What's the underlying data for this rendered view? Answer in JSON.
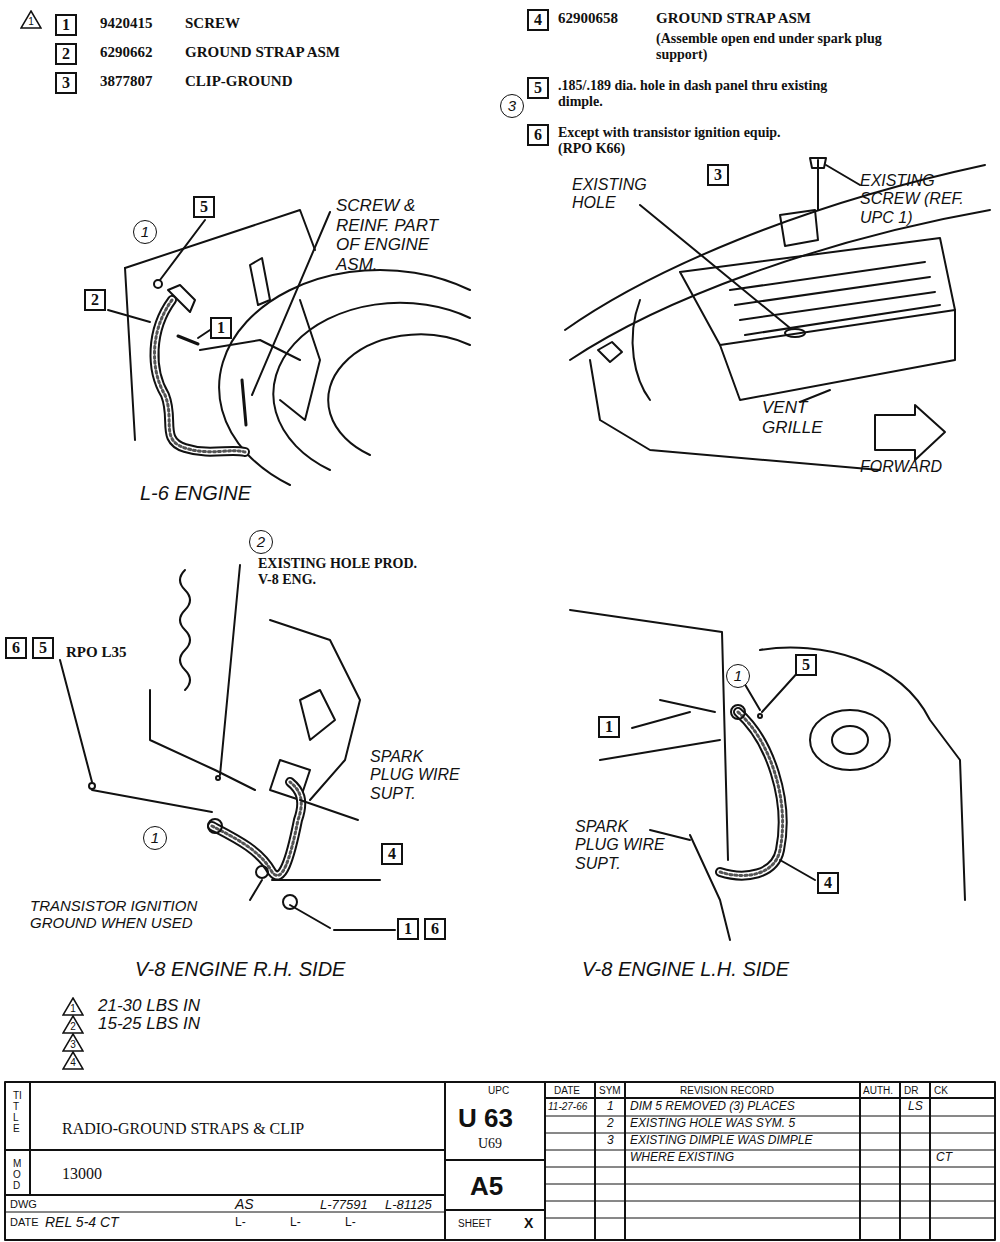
{
  "diagram": {
    "title": "RADIO-GROUND STRAPS & CLIP",
    "nodes": [
      {
        "text": [
          "1"
        ]
      },
      {
        "text": [
          "1"
        ]
      },
      {
        "text": [
          "2"
        ]
      },
      {
        "text": [
          "3"
        ]
      },
      {
        "text": [
          "4"
        ]
      },
      {
        "text": [
          "5"
        ]
      },
      {
        "text": [
          "3"
        ]
      },
      {
        "text": [
          "6"
        ]
      },
      {
        "text": [
          "1"
        ]
      },
      {
        "text": [
          "5"
        ]
      },
      {
        "text": [
          "2"
        ]
      },
      {
        "text": [
          "1"
        ]
      },
      {
        "text": [
          "3"
        ]
      },
      {
        "text": [
          "2"
        ]
      },
      {
        "text": [
          "6"
        ]
      },
      {
        "text": [
          "5"
        ]
      },
      {
        "text": [
          "4"
        ]
      },
      {
        "text": [
          "1"
        ]
      },
      {
        "text": [
          "1"
        ]
      },
      {
        "text": [
          "6"
        ]
      },
      {
        "text": [
          "1"
        ]
      },
      {
        "text": [
          "5"
        ]
      },
      {
        "text": [
          "1"
        ]
      },
      {
        "text": [
          "4"
        ]
      },
      {
        "text": [
          "1"
        ]
      },
      {
        "text": [
          "2"
        ]
      },
      {
        "text": [
          "3"
        ]
      },
      {
        "text": [
          "4"
        ]
      }
    ],
    "labels": [
      "9420415",
      "SCREW",
      "6290662",
      "GROUND STRAP ASM",
      "3877807",
      "CLIP-GROUND",
      "62900658",
      "GROUND STRAP ASM",
      "(Assemble open end under spark plug support)",
      ".185/.189 dia. hole in dash panel thru existing dimple.",
      "Except with transistor ignition equip. (RPO K66)",
      "SCREW & REINF. PART OF ENGINE ASM.",
      "L-6 ENGINE",
      "EXISTING HOLE",
      "EXISTING SCREW (REF. UPC 1)",
      "VENT GRILLE",
      "FORWARD",
      "EXISTING HOLE PROD. V-8 ENG.",
      "RPO L35",
      "SPARK PLUG WIRE SUPT.",
      "TRANSISTOR IGNITION GROUND WHEN USED",
      "V-8 ENGINE R.H. SIDE",
      "SPARK PLUG WIRE SUPT.",
      "V-8 ENGINE L.H. SIDE",
      "21-30 LBS IN",
      "15-25 LBS IN",
      "UPC",
      "DATE",
      "SYM",
      "REVISION RECORD",
      "AUTH.",
      "DR",
      "CK",
      "U 63",
      "U69",
      "A5",
      "SHEET",
      "X",
      "TITLE",
      "MOD",
      "13000",
      "DWG",
      "AS",
      "L-77591",
      "L-81125",
      "DATE",
      "REL 5-4 CT",
      "L-",
      "L-",
      "L-",
      "11-27-66",
      "1",
      "DIM 5 REMOVED (3) PLACES",
      "LS",
      "2",
      "EXISTING HOLE WAS SYM. 5",
      "3",
      "EXISTING DIMPLE WAS DIMPLE",
      "WHERE EXISTING",
      "CT"
    ]
  }
}
